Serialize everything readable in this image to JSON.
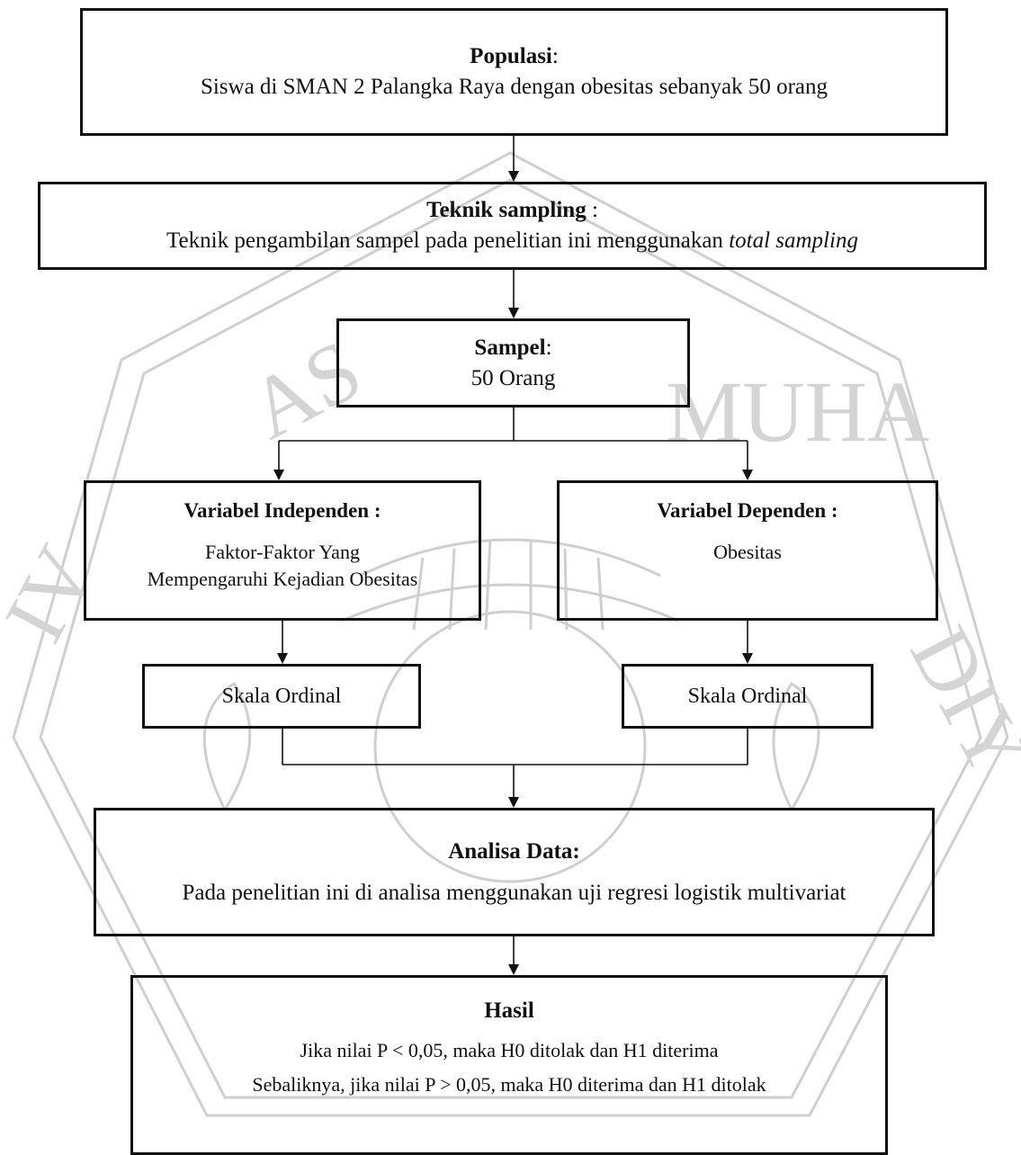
{
  "populasi": {
    "title": "Populasi",
    "title_suffix": ":",
    "text": "Siswa di SMAN 2 Palangka Raya dengan obesitas sebanyak 50 orang"
  },
  "teknik": {
    "title": "Teknik sampling",
    "title_suffix": " :",
    "text": "Teknik pengambilan sampel pada penelitian ini menggunakan ",
    "text_italic": "total sampling"
  },
  "sampel": {
    "title": "Sampel",
    "title_suffix": ":",
    "text": "50 Orang"
  },
  "independen": {
    "title": "Variabel Independen :",
    "line1": "Faktor-Faktor Yang",
    "line2": "Mempengaruhi Kejadian Obesitas"
  },
  "dependen": {
    "title": "Variabel Dependen :",
    "text": "Obesitas"
  },
  "skala_left": "Skala Ordinal",
  "skala_right": "Skala Ordinal",
  "analisa": {
    "title": "Analisa Data:",
    "text": "Pada penelitian ini di analisa menggunakan uji regresi logistik multivariat"
  },
  "hasil": {
    "title": "Hasil",
    "line1": "Jika nilai P < 0,05, maka H0 ditolak dan H1 diterima",
    "line2": "Sebaliknya, jika nilai P > 0,05, maka H0 diterima dan H1 ditolak"
  },
  "colors": {
    "line": "#111111",
    "watermark": "#c8c8c8"
  }
}
